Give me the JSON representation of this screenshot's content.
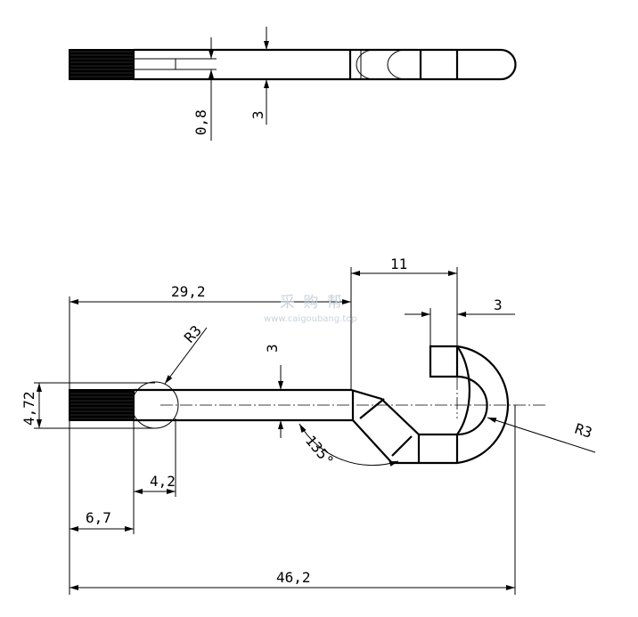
{
  "top_view": {
    "dim_slot_width": "0,8",
    "dim_rod_diameter": "3"
  },
  "front_view": {
    "dim_hook_offset": "11",
    "dim_hook_thickness": "3",
    "dim_length_to_bend": "29,2",
    "dim_rod_diameter": "3",
    "dim_head_radius": "R3",
    "dim_head_diameter": "4,72",
    "dim_angle": "135°",
    "dim_head_length": "4,2",
    "dim_thread_length": "6,7",
    "dim_overall_length": "46,2",
    "dim_hook_radius": "R3"
  },
  "watermark": {
    "chinese": "采 购 帮",
    "url": "www.caigoubang.top"
  }
}
